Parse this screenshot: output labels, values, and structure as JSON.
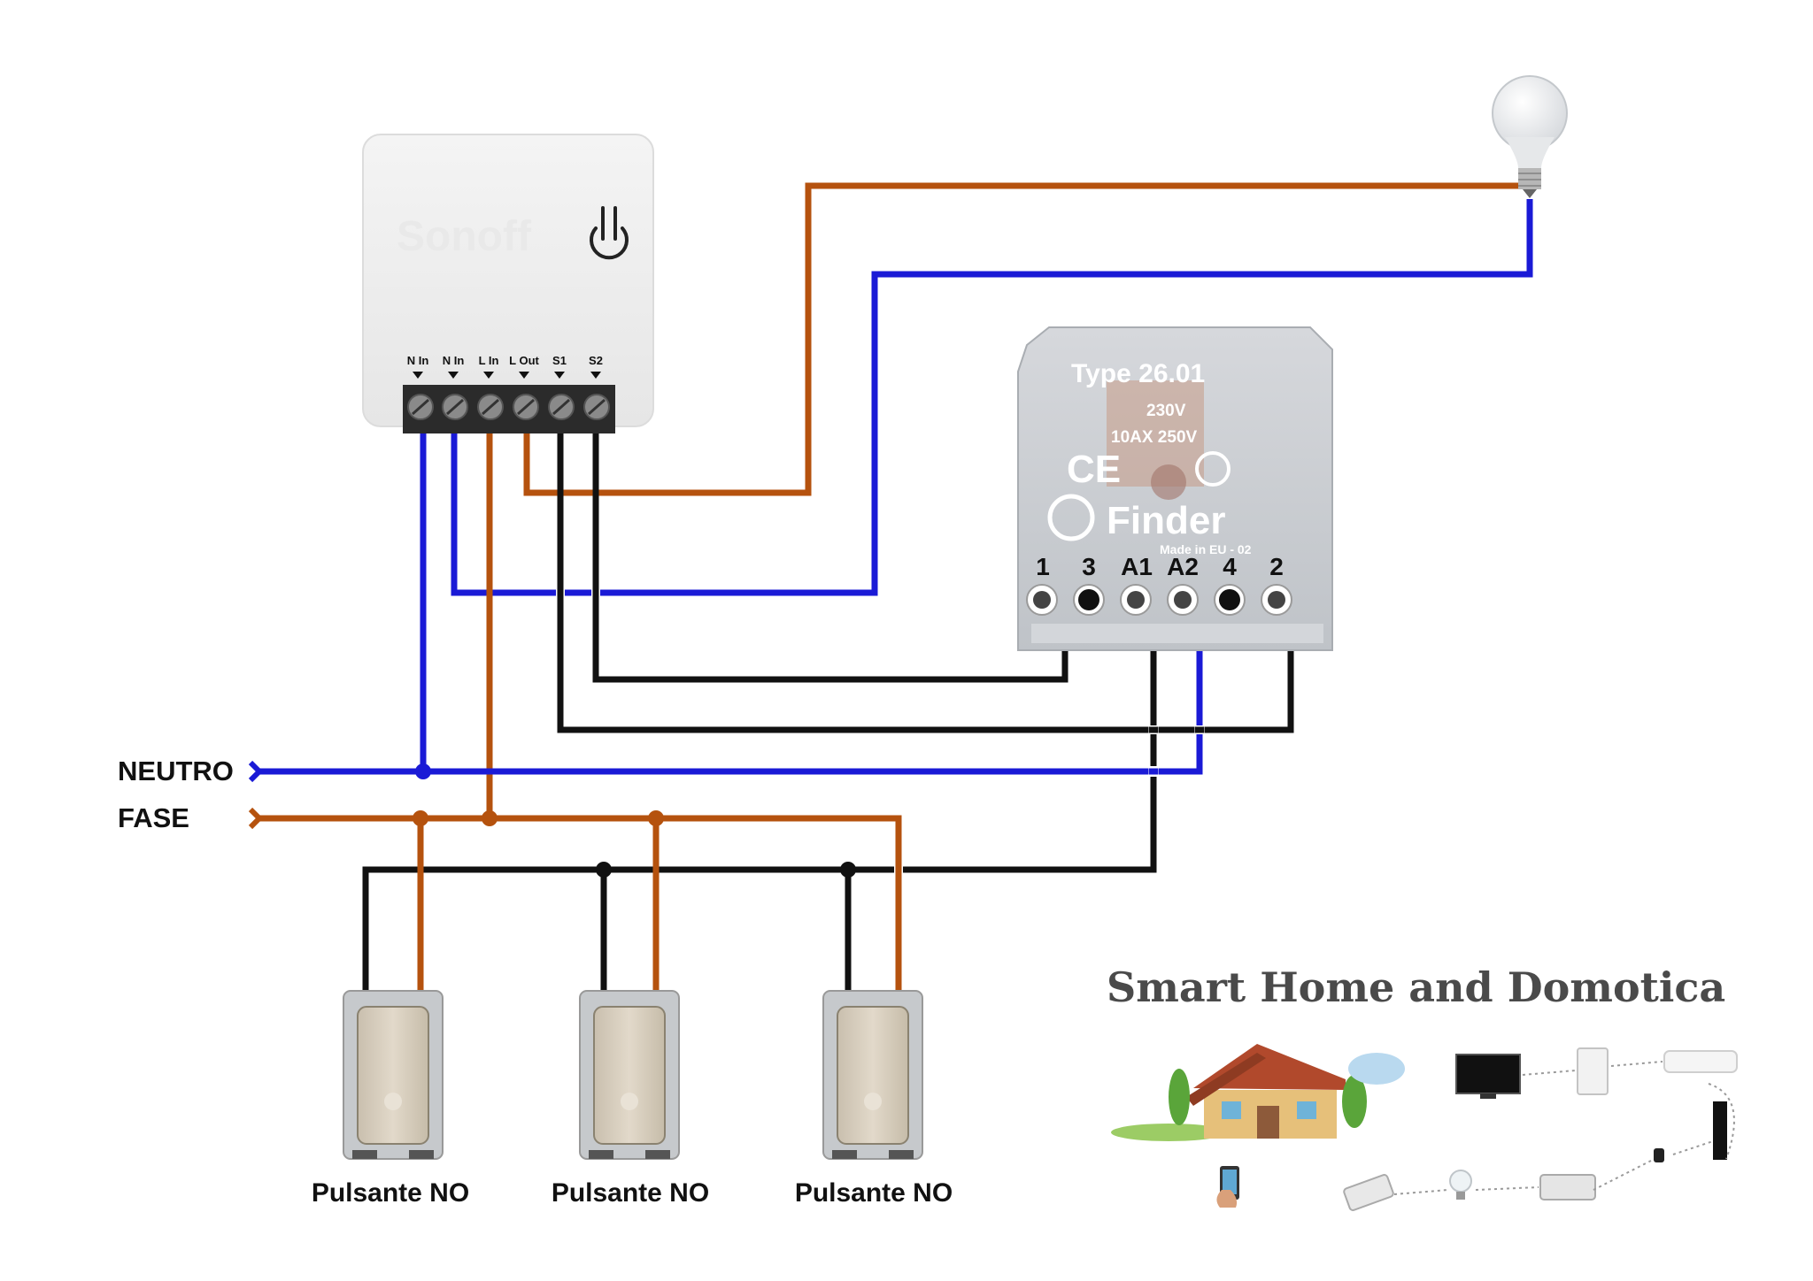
{
  "title": "Smart Home and Domotica",
  "sonoff": {
    "brand": "Sonoff",
    "terminals": [
      "N In",
      "N In",
      "L In",
      "L Out",
      "S1",
      "S2"
    ]
  },
  "relay": {
    "type_label": "Type 26.01",
    "coil_label": "230V",
    "rating_label": "10AX 250V",
    "mark": "CE",
    "brand": "Finder",
    "origin": "Made in EU - 02",
    "terminals": [
      "1",
      "3",
      "A1",
      "A2",
      "4",
      "2"
    ]
  },
  "lines": {
    "neutral": "NEUTRO",
    "phase": "FASE"
  },
  "buttons": [
    {
      "label": "Pulsante NO"
    },
    {
      "label": "Pulsante NO"
    },
    {
      "label": "Pulsante NO"
    }
  ],
  "colors": {
    "neutral": "#1a1ad6",
    "phase": "#b5520e",
    "signal": "#111111",
    "switch_plate": "#d9d0c2"
  }
}
